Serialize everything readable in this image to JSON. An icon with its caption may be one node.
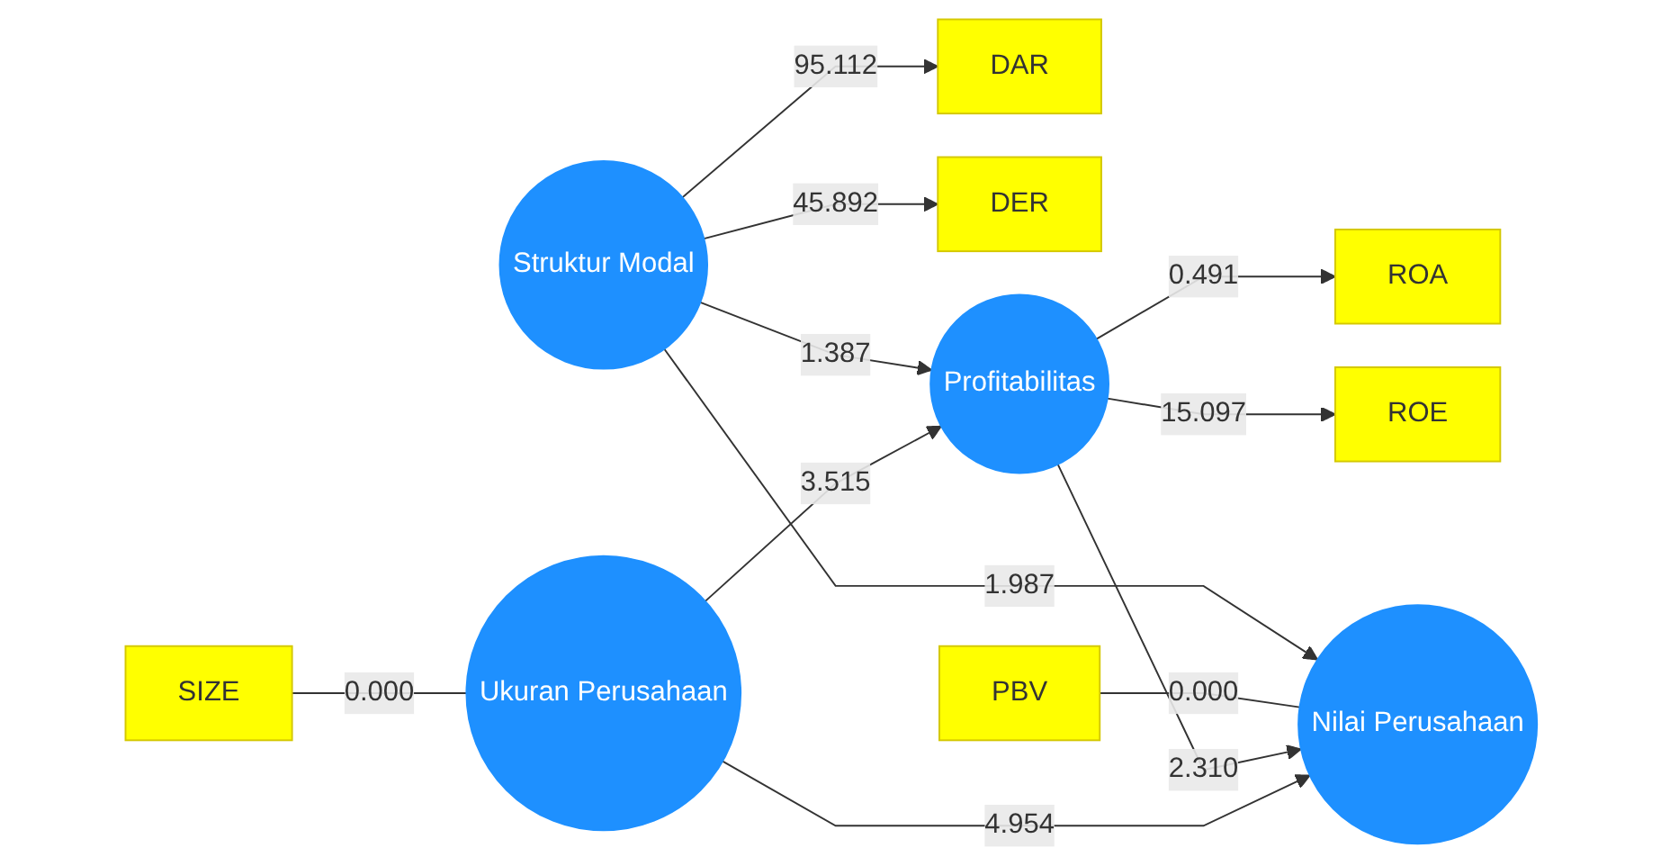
{
  "diagram": {
    "nodes": [
      {
        "text": [
          "DAR"
        ]
      },
      {
        "text": [
          "DER"
        ]
      },
      {
        "text": [
          "Struktur Modal"
        ]
      },
      {
        "text": [
          "PBV"
        ]
      },
      {
        "text": [
          "ROA"
        ]
      },
      {
        "text": [
          "ROE"
        ]
      },
      {
        "text": [
          "Profitabilitas"
        ]
      },
      {
        "text": [
          "Nilai Perusahaan"
        ]
      },
      {
        "text": [
          "SIZE"
        ]
      },
      {
        "text": [
          "Ukuran Perusahaan"
        ]
      }
    ],
    "edges": [
      {
        "from": 2,
        "to": 0,
        "arrow": "to",
        "label": "95.112"
      },
      {
        "from": 2,
        "to": 1,
        "arrow": "to",
        "label": "45.892"
      },
      {
        "from": 2,
        "to": 6,
        "arrow": "to",
        "label": "1.387"
      },
      {
        "from": 2,
        "to": 7,
        "arrow": "to",
        "label": "1.987"
      },
      {
        "from": 3,
        "to": 7,
        "arrow": "none",
        "label": "0.000"
      },
      {
        "from": 6,
        "to": 4,
        "arrow": "to",
        "label": "0.491"
      },
      {
        "from": 6,
        "to": 5,
        "arrow": "to",
        "label": "15.097"
      },
      {
        "from": 6,
        "to": 7,
        "arrow": "to",
        "label": "2.310"
      },
      {
        "from": 9,
        "to": 6,
        "arrow": "to",
        "label": "3.515"
      },
      {
        "from": 9,
        "to": 7,
        "arrow": "to",
        "label": "4.954"
      },
      {
        "from": 8,
        "to": 9,
        "arrow": "none",
        "label": "0.000"
      }
    ]
  }
}
